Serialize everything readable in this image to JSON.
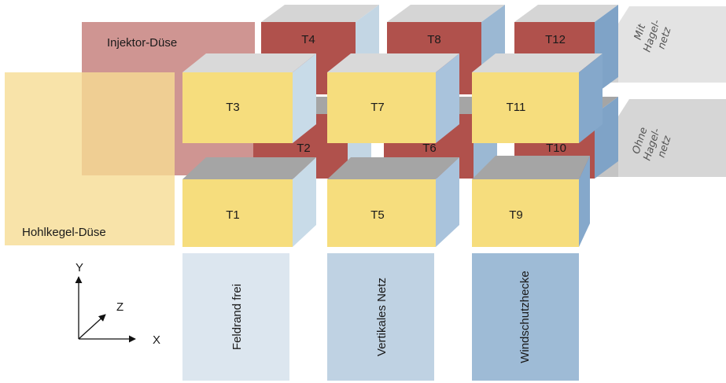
{
  "colors": {
    "yellow_front": "#f6dd7d",
    "yellow_side": "#c8dbe8",
    "red_front": "#b0514c",
    "cube_top": "#d9d9d9",
    "hohlkegel_band": "#f8e4a8",
    "injektor_band": "#c7837f"
  },
  "nozzles": {
    "hohlkegel": "Hohlkegel-Düse",
    "injektor": "Injektor-Düse"
  },
  "hail": {
    "mit": [
      "Mit",
      "Hagel-",
      "netz"
    ],
    "ohne": [
      "Ohne",
      "Hagel-",
      "netz"
    ]
  },
  "treatments": {
    "t1": "T1",
    "t2": "T2",
    "t3": "T3",
    "t4": "T4",
    "t5": "T5",
    "t6": "T6",
    "t7": "T7",
    "t8": "T8",
    "t9": "T9",
    "t10": "T10",
    "t11": "T11",
    "t12": "T12"
  },
  "edges": {
    "feldrand": "Feldrand frei",
    "vertikal": "Vertikales Netz",
    "hecke": "Windschutzhecke"
  },
  "axes": {
    "x": "X",
    "y": "Y",
    "z": "Z"
  }
}
